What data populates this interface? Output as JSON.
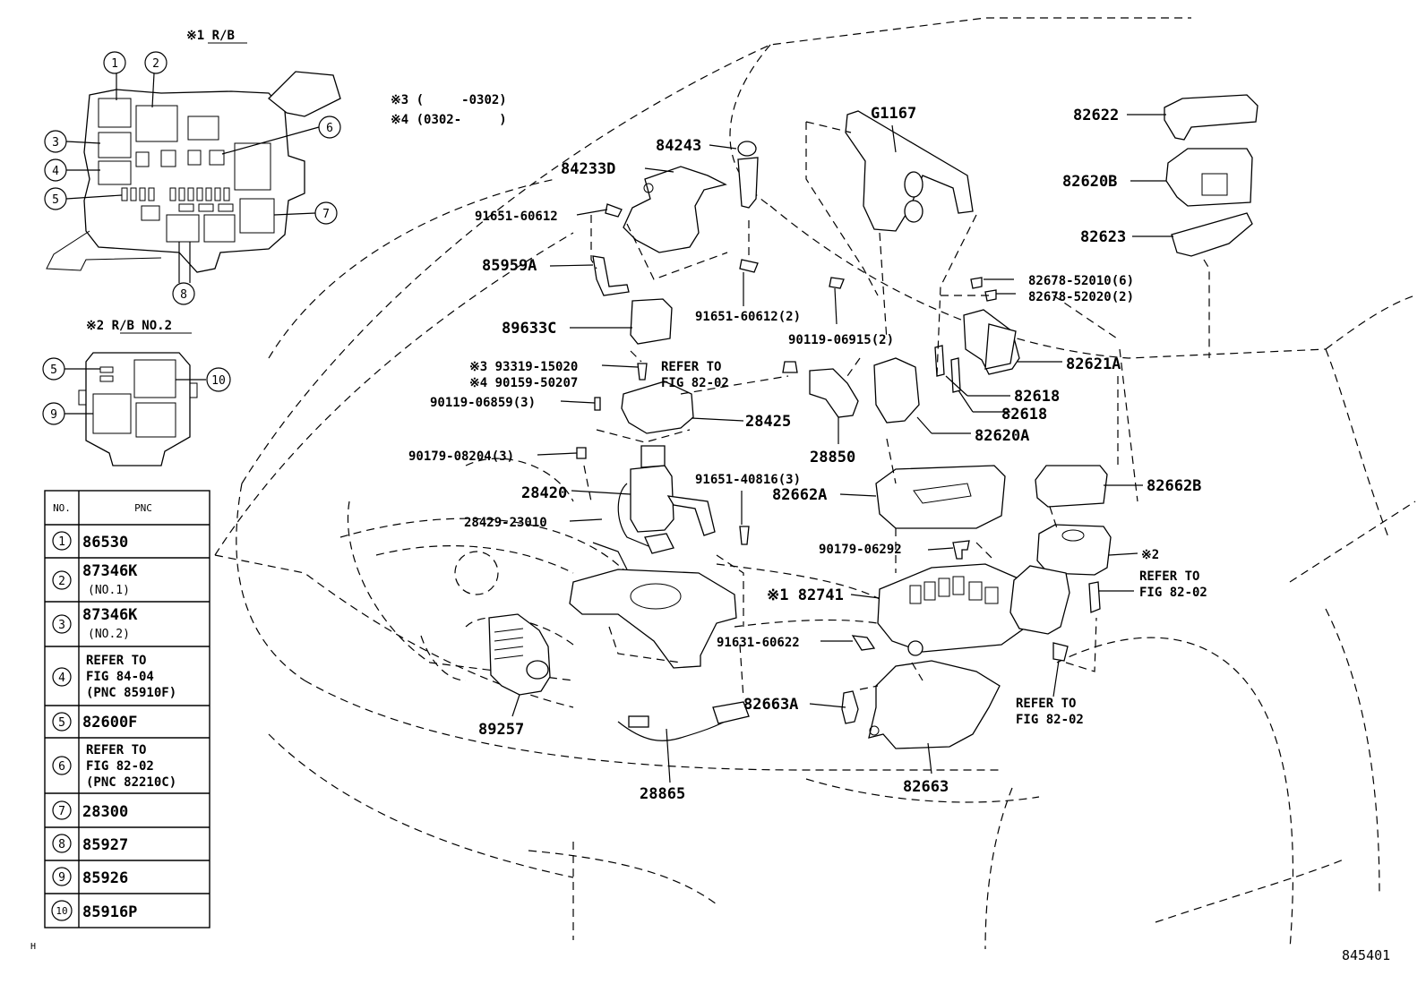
{
  "diagram_id": "845401",
  "corner_mark": "H",
  "relay_block_1": {
    "title": "※1 R/B",
    "callouts": [
      "1",
      "2",
      "3",
      "4",
      "5",
      "6",
      "7",
      "8"
    ]
  },
  "relay_block_2": {
    "title": "※2 R/B NO.2",
    "callouts": [
      "5",
      "9",
      "10"
    ]
  },
  "notes": [
    "※3 (     -0302)",
    "※4 (0302-     )"
  ],
  "table": {
    "headers": [
      "NO.",
      "PNC"
    ],
    "rows": [
      {
        "no": "1",
        "pnc": [
          "86530"
        ]
      },
      {
        "no": "2",
        "pnc": [
          "87346K",
          "(NO.1)"
        ]
      },
      {
        "no": "3",
        "pnc": [
          "87346K",
          "(NO.2)"
        ]
      },
      {
        "no": "4",
        "pnc": [
          "REFER TO",
          "FIG 84-04",
          "(PNC 85910F)"
        ]
      },
      {
        "no": "5",
        "pnc": [
          "82600F"
        ]
      },
      {
        "no": "6",
        "pnc": [
          "REFER TO",
          "FIG 82-02",
          "(PNC 82210C)"
        ]
      },
      {
        "no": "7",
        "pnc": [
          "28300"
        ]
      },
      {
        "no": "8",
        "pnc": [
          "85927"
        ]
      },
      {
        "no": "9",
        "pnc": [
          "85926"
        ]
      },
      {
        "no": "10",
        "pnc": [
          "85916P"
        ]
      }
    ]
  },
  "labels": {
    "p84243": "84243",
    "p84233d": "84233D",
    "p91651_60612a": "91651-60612",
    "p85959a": "85959A",
    "p91651_60612b": "91651-60612(2)",
    "p89633c": "89633C",
    "p93319": "※3 93319-15020",
    "p90159": "※4 90159-50207",
    "p90119_06859": "90119-06859(3)",
    "refer_a1": "REFER TO",
    "refer_a2": "FIG 82-02",
    "p28425": "28425",
    "p28850": "28850",
    "p90179_08204": "90179-08204(3)",
    "p28420": "28420",
    "p28429": "28429-23010",
    "p91651_40816": "91651-40816(3)",
    "p89257": "89257",
    "p28865": "28865",
    "pg1167": "G1167",
    "p90119_06915": "90119-06915(2)",
    "p82678_52010": "82678-52010(6)",
    "p82678_52020": "82678-52020(2)",
    "p82621a": "82621A",
    "p82618a": "82618",
    "p82618b": "82618",
    "p82620a": "82620A",
    "p82622": "82622",
    "p82620b": "82620B",
    "p82623": "82623",
    "p82662a": "82662A",
    "p82662b": "82662B",
    "p90179_06292": "90179-06292",
    "p82741": "※1 82741",
    "p91631_60622": "91631-60622",
    "p82663a": "82663A",
    "p82663": "82663",
    "rb2_mark": "※2",
    "refer_b1": "REFER TO",
    "refer_b2": "FIG 82-02",
    "refer_c1": "REFER TO",
    "refer_c2": "FIG 82-02"
  }
}
